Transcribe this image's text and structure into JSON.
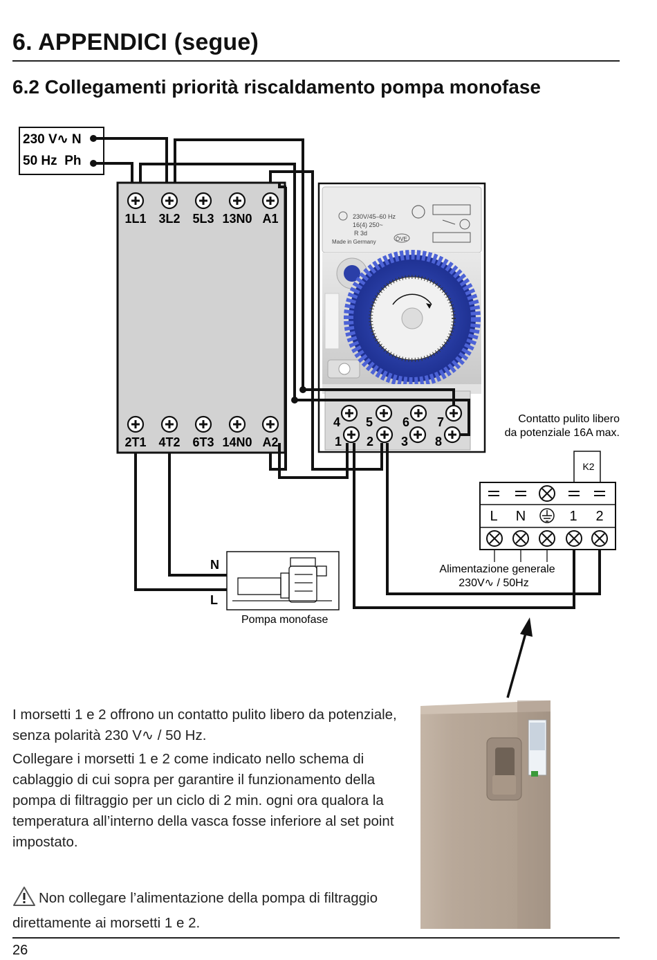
{
  "page": {
    "section_title": "6. APPENDICI (segue)",
    "subsection_title": "6.2 Collegamenti priorità riscaldamento pompa monofase",
    "page_number": "26"
  },
  "diagram": {
    "supply_line1": "230 V∿ N",
    "supply_line2": "50 Hz  Ph",
    "contactor_top_terminals": [
      "1L1",
      "3L2",
      "5L3",
      "13N0",
      "A1"
    ],
    "contactor_bottom_terminals": [
      "2T1",
      "4T2",
      "6T3",
      "14N0",
      "A2"
    ],
    "timer_label_rating": "230V/45–60 Hz",
    "timer_label_contact": "16(4) 250~",
    "timer_label_model": "R 3d",
    "timer_label_origin": "Made in Germany",
    "timer_label_cert": "ÖVE",
    "timer_top_terminals_row1": [
      "4",
      "5",
      "6",
      "7"
    ],
    "timer_top_terminals_row2": [
      "1",
      "2",
      "3",
      "8"
    ],
    "timer_terminals_top": [
      "4",
      "5",
      "6",
      "7"
    ],
    "timer_terminals_bottom": [
      "1",
      "2",
      "3",
      "8"
    ],
    "pump_N": "N",
    "pump_L": "L",
    "pump_label": "Pompa monofase",
    "clean_contact_line1": "Contatto pulito libero",
    "clean_contact_line2": "da potenziale 16A max.",
    "relay_label": "K2",
    "terminal_block_labels": [
      "L",
      "N",
      "⏚",
      "1",
      "2"
    ],
    "supply_note_line1": "Alimentazione generale",
    "supply_note_line2": "230V∿ / 50Hz"
  },
  "text": {
    "paragraph1": "I morsetti 1 e 2 offrono un contatto pulito libero da potenziale, senza polarità 230 V∿ / 50 Hz.",
    "paragraph2": "Collegare i morsetti 1 e 2 come indicato nello schema di cablaggio di cui sopra per garantire il funzionamento della pompa di filtraggio per un ciclo di 2 min. ogni ora qualora la temperatura all’interno della vasca fosse inferiore al set point impostato.",
    "warning": "Non collegare l’alimentazione della pompa di filtraggio direttamente ai morsetti 1 e 2."
  },
  "colors": {
    "dial_blue": "#2b3fa8",
    "contactor_grey": "#d2d2d2",
    "unit_beige": "#b8a899"
  },
  "icons": [
    "screw-terminal-icon",
    "cross-terminal-icon",
    "ground-icon",
    "warning-icon",
    "pump-icon"
  ]
}
